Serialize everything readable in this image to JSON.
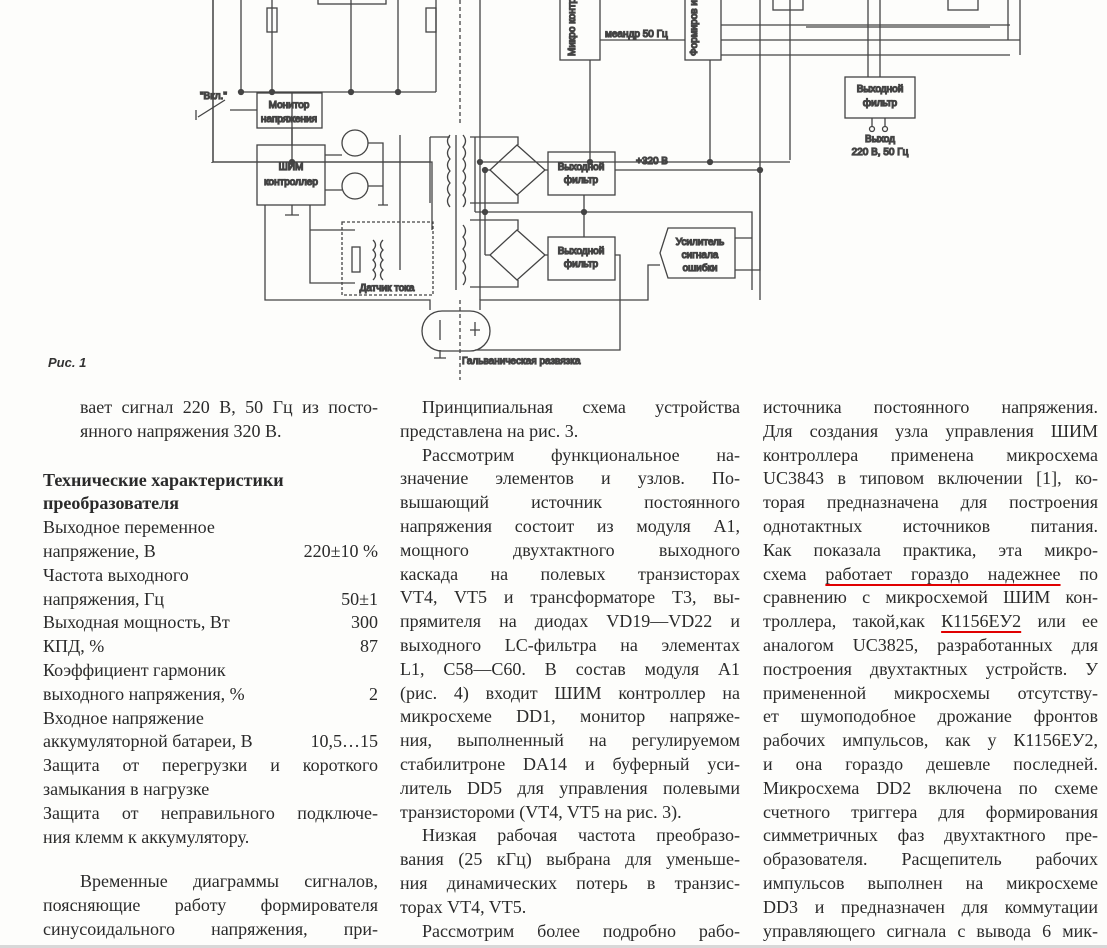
{
  "figure": {
    "caption": "Рис. 1",
    "labels": {
      "meander": "меандр 50 Гц",
      "microcontroller": "Микро контрол",
      "pulse_former": "Формиров импульс управле",
      "switch_on": "\"Вкл.\"",
      "voltage_monitor_1": "Монитор",
      "voltage_monitor_2": "напряжения",
      "pwm_1": "ШИМ",
      "pwm_2": "контроллер",
      "current_sensor": "Датчик тока",
      "filter_1": "Выходной",
      "filter_2": "фильтр",
      "plus320": "+320 В",
      "error_amp_1": "Усилитель",
      "error_amp_2": "сигнала",
      "error_amp_3": "ошибки",
      "output_1": "Выход",
      "output_2": "220 В, 50 Гц",
      "isolation": "Гальваническая развязка"
    }
  },
  "column1": {
    "intro": [
      "вает сигнал 220 В, 50 Гц из посто-",
      "янного напряжения 320 В."
    ],
    "spec_heading": [
      "Технические характеристики",
      "преобразователя"
    ],
    "specs": [
      {
        "label": [
          "Выходное переменное",
          "напряжение, В"
        ],
        "value": "220±10 %"
      },
      {
        "label": [
          "Частота выходного",
          "напряжения, Гц"
        ],
        "value": "50±1"
      },
      {
        "label": [
          "Выходная мощность, Вт"
        ],
        "value": "300"
      },
      {
        "label": [
          "КПД, %"
        ],
        "value": "87"
      },
      {
        "label": [
          "Коэффициент гармоник",
          "выходного напряжения, %"
        ],
        "value": "2"
      },
      {
        "label": [
          "Входное напряжение",
          "аккумуляторной батареи, В"
        ],
        "value": "10,5…15"
      }
    ],
    "protections": [
      [
        "Защита от перегрузки и короткого",
        "замыкания в нагрузке"
      ],
      [
        "Защита от неправильного подключе-",
        "ния клемм к аккумулятору."
      ]
    ],
    "outro": [
      "Временные диаграммы сигналов,",
      "поясняющие работу формирователя",
      "синусоидального напряжения, при-"
    ]
  },
  "column2": {
    "paragraphs": [
      [
        "Принципиальная схема устройства",
        "представлена на рис. 3."
      ],
      [
        "Рассмотрим функциональное на-",
        "значение элементов и узлов. По-",
        "вышающий источник постоянного",
        "напряжения состоит из модуля А1,",
        "мощного двухтактного выходного",
        "каскада на полевых транзисторах",
        "VT4, VT5 и трансформаторе Т3, вы-",
        "прямителя на диодах VD19—VD22 и",
        "выходного LC-фильтра на элементах",
        "L1, C58—C60. В состав модуля А1",
        "(рис. 4) входит ШИМ контроллер на",
        "микросхеме DD1, монитор напряже-",
        "ния, выполненный на регулируемом",
        "стабилитроне DA14 и буферный уси-",
        "литель DD5 для управления полевыми",
        "транзистороми (VT4, VT5 на рис. 3)."
      ],
      [
        "Низкая рабочая частота преобразо-",
        "вания (25 кГц) выбрана для уменьше-",
        "ния динамических потерь в транзис-",
        "торах VT4, VT5."
      ],
      [
        "Рассмотрим более подробно рабо-"
      ]
    ]
  },
  "column3": {
    "lines": [
      [
        {
          "t": "источника постоянного напряжения."
        }
      ],
      [
        {
          "t": "Для создания узла управления ШИМ"
        }
      ],
      [
        {
          "t": "контроллера применена микросхема"
        }
      ],
      [
        {
          "t": "UC3843 в типовом включении [1], ко-"
        }
      ],
      [
        {
          "t": "торая предназначена для построения"
        }
      ],
      [
        {
          "t": "однотактных источников питания."
        }
      ],
      [
        {
          "t": "Как показала практика, эта микро-"
        }
      ],
      [
        {
          "t": "схема "
        },
        {
          "t": "работает гораздо надежнее",
          "u": true
        },
        {
          "t": " по"
        }
      ],
      [
        {
          "t": "сравнению с микросхемой ШИМ кон-"
        }
      ],
      [
        {
          "t": "троллера, такой,как "
        },
        {
          "t": "К1156ЕУ2",
          "u": true
        },
        {
          "t": " или ее"
        }
      ],
      [
        {
          "t": "аналогом UC3825, разработанных для"
        }
      ],
      [
        {
          "t": "построения двухтактных устройств. У"
        }
      ],
      [
        {
          "t": "примененной микросхемы отсутству-"
        }
      ],
      [
        {
          "t": "ет шумоподобное дрожание фронтов"
        }
      ],
      [
        {
          "t": "рабочих импульсов, как у К1156ЕУ2,"
        }
      ],
      [
        {
          "t": "и она гораздо дешевле последней."
        }
      ],
      [
        {
          "t": "Микросхема DD2 включена по схеме"
        }
      ],
      [
        {
          "t": "счетного триггера для формирования"
        }
      ],
      [
        {
          "t": "симметричных фаз двухтактного пре-"
        }
      ],
      [
        {
          "t": "образователя. Расщепитель рабочих"
        }
      ],
      [
        {
          "t": "импульсов выполнен на микросхеме"
        }
      ],
      [
        {
          "t": "DD3 и предназначен для коммутации"
        }
      ],
      [
        {
          "t": "управляющего сигнала с вывода 6 мик-"
        }
      ]
    ]
  },
  "colors": {
    "underline": "#e00000",
    "ink": "#2a2a2a"
  }
}
